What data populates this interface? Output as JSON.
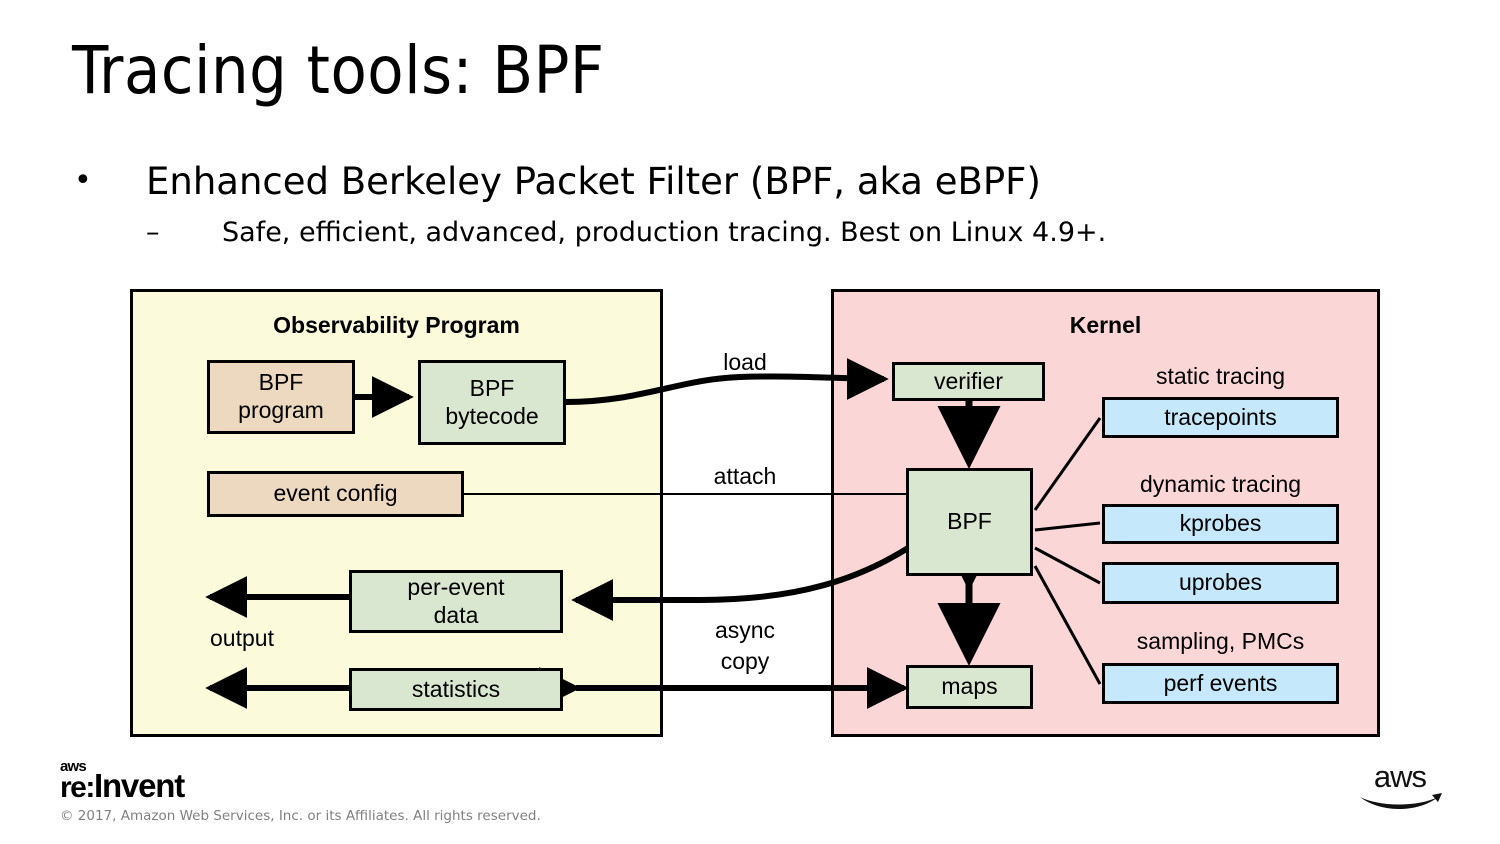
{
  "slide": {
    "title": "Tracing tools: BPF",
    "bullets": [
      {
        "marker": "•",
        "text": "Enhanced Berkeley Packet Filter (BPF, aka eBPF)",
        "level": 1
      },
      {
        "marker": "–",
        "text": "Safe, efficient, advanced, production tracing. Best on Linux 4.9+.",
        "level": 2
      }
    ]
  },
  "diagram": {
    "panels": {
      "userspace": {
        "title": "Observability Program",
        "fill": "#fbfadb"
      },
      "kernel": {
        "title": "Kernel",
        "fill": "#fbd6d6"
      }
    },
    "nodes": {
      "bpf_program": "BPF\nprogram",
      "bpf_bytecode": "BPF\nbytecode",
      "event_config": "event config",
      "per_event_data": "per-event\ndata",
      "statistics": "statistics",
      "verifier": "verifier",
      "bpf": "BPF",
      "maps": "maps",
      "tracepoints": "tracepoints",
      "kprobes": "kprobes",
      "uprobes": "uprobes",
      "perf_events": "perf events"
    },
    "edge_labels": {
      "load": "load",
      "attach": "attach",
      "output": "output",
      "async_copy": "async\ncopy"
    },
    "group_labels": {
      "static_tracing": "static tracing",
      "dynamic_tracing": "dynamic tracing",
      "sampling_pmcs": "sampling, PMCs"
    },
    "colors": {
      "userspace_bg": "#fbfadb",
      "kernel_bg": "#fbd6d6",
      "tan_node": "#ecd9bf",
      "green_node": "#d9e7d0",
      "blue_node": "#c5e8fb",
      "stroke": "#000000"
    }
  },
  "footer": {
    "brand_aws": "aws",
    "brand_re": "re:",
    "brand_invent": "Invent",
    "copyright": "© 2017, Amazon Web Services, Inc. or its Affiliates. All rights reserved.",
    "aws_wordmark": "aws"
  }
}
